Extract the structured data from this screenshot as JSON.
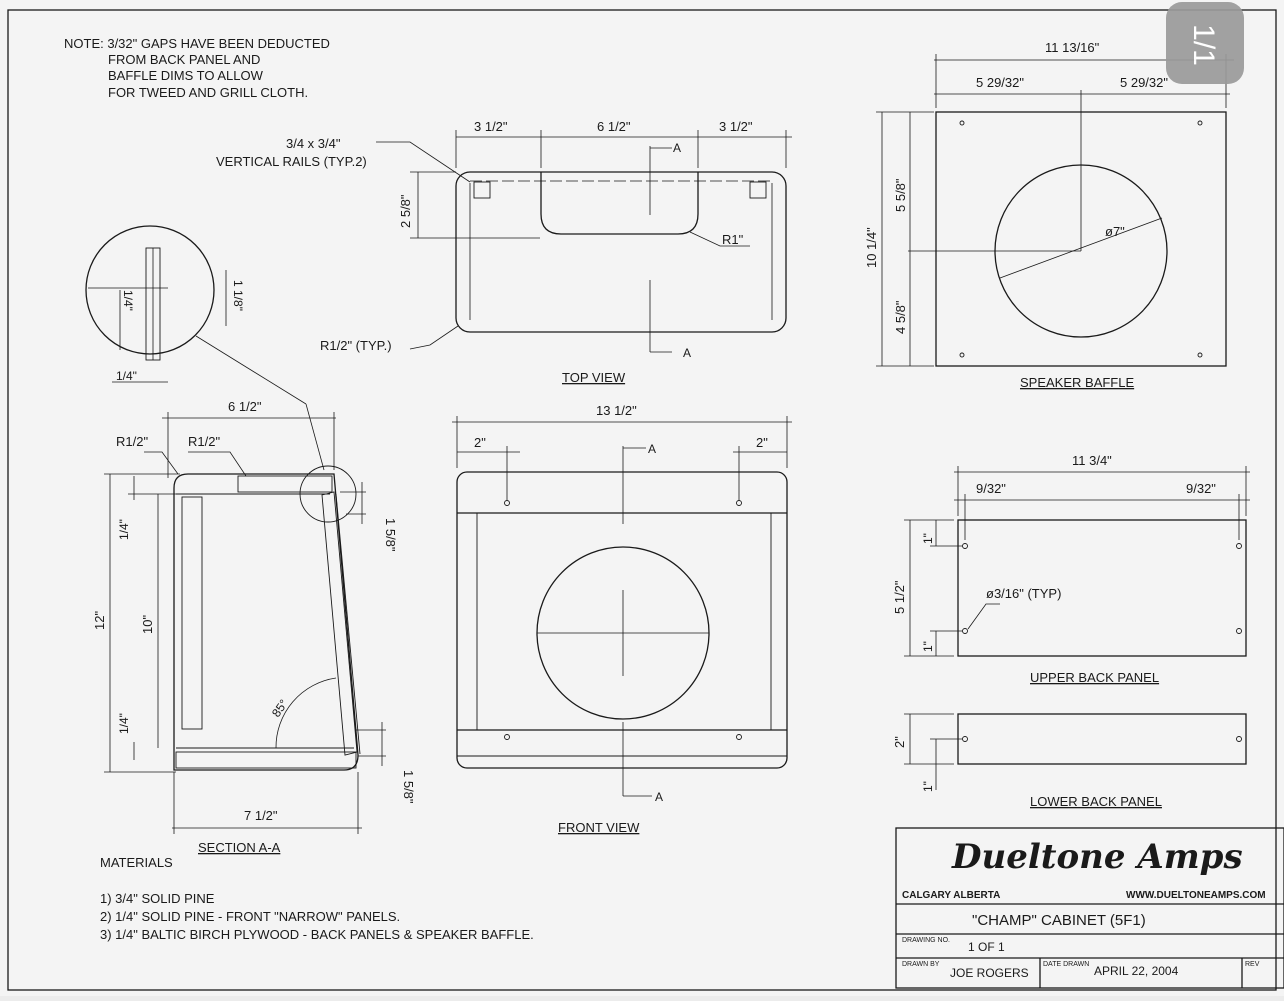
{
  "note": [
    "NOTE: 3/32\" GAPS HAVE BEEN DEDUCTED",
    "FROM BACK PANEL AND",
    "BAFFLE DIMS TO ALLOW",
    "FOR TWEED AND GRILL CLOTH."
  ],
  "page_indicator": "1/1",
  "top_view": {
    "title": "TOP VIEW",
    "dim_left": "3 1/2\"",
    "dim_mid": "6 1/2\"",
    "dim_right": "3 1/2\"",
    "dim_depth": "2 5/8\"",
    "rails_label": [
      "3/4 x 3/4\"",
      "VERTICAL RAILS (TYP.2)"
    ],
    "radius_label": "R1\"",
    "corner_label": "R1/2\" (TYP.)",
    "section_a": "A"
  },
  "front_view": {
    "title": "FRONT VIEW",
    "dim_width": "13 1/2\"",
    "dim_left": "2\"",
    "dim_right": "2\"",
    "section_a": "A"
  },
  "section": {
    "title": "SECTION A-A",
    "dim_top": "6 1/2\"",
    "dim_bottom": "7 1/2\"",
    "r_left": "R1/2\"",
    "r_right": "R1/2\"",
    "dim_height": "12\"",
    "dim_inner": "10\"",
    "dim_top_th": "1/4\"",
    "dim_bot_th": "1/4\"",
    "dim_side_top": "1 5/8\"",
    "dim_side_bot": "1 5/8\"",
    "angle": "85°",
    "detail_a": "1/4\"",
    "detail_b": "1 1/8\"",
    "detail_c": "1/4\""
  },
  "speaker_baffle": {
    "title": "SPEAKER BAFFLE",
    "dim_width": "11 13/16\"",
    "dim_half_l": "5 29/32\"",
    "dim_half_r": "5 29/32\"",
    "dim_height": "10 1/4\"",
    "dim_top": "5 5/8\"",
    "dim_bottom": "4 5/8\"",
    "dia": "ø7\""
  },
  "upper_back": {
    "title": "UPPER BACK PANEL",
    "dim_width": "11 3/4\"",
    "dim_l": "9/32\"",
    "dim_r": "9/32\"",
    "dim_height": "5 1/2\"",
    "dim_t": "1\"",
    "dim_b": "1\"",
    "hole": "ø3/16\" (TYP)"
  },
  "lower_back": {
    "title": "LOWER BACK PANEL",
    "dim_height": "2\"",
    "dim_b": "1\""
  },
  "materials": {
    "title": "MATERIALS",
    "items": [
      "1) 3/4\" SOLID PINE",
      "2) 1/4\" SOLID PINE - FRONT \"NARROW\" PANELS.",
      "3) 1/4\" BALTIC BIRCH PLYWOOD - BACK PANELS & SPEAKER BAFFLE."
    ]
  },
  "title_block": {
    "brand": "Dueltone Amps",
    "location": "CALGARY ALBERTA",
    "website": "WWW.DUELTONEAMPS.COM",
    "cabinet": "\"CHAMP\" CABINET (5F1)",
    "drawing_no_label": "DRAWING NO.",
    "drawing_no": "1 OF 1",
    "drawn_by_label": "DRAWN BY",
    "drawn_by": "JOE ROGERS",
    "date_label": "DATE DRAWN",
    "date": "APRIL 22, 2004",
    "rev_label": "REV"
  }
}
